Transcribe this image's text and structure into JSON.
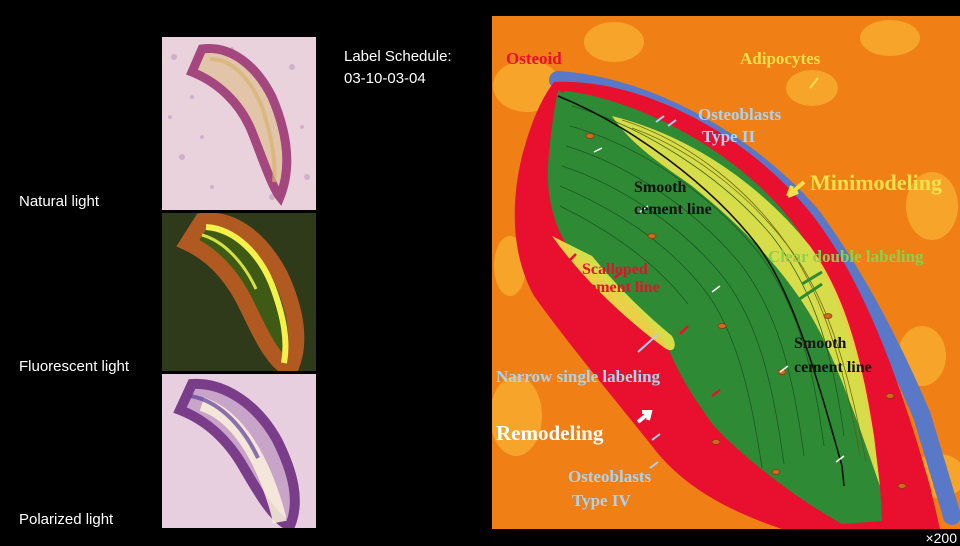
{
  "side_labels": {
    "natural": "Natural light",
    "fluorescent": "Fluorescent light",
    "polarized": "Polarized light"
  },
  "schedule": {
    "label": "Label Schedule:",
    "dates": "03-10-03-04"
  },
  "annotations": {
    "osteoid": "Osteoid",
    "adipocytes": "Adipocytes",
    "osteoblasts_ii_line1": "Osteoblasts",
    "osteoblasts_ii_line2": "Type II",
    "minimodeling": "Minimodeling",
    "smooth_cement_1_line1": "Smooth",
    "smooth_cement_1_line2": "cement line",
    "clear_double_labeling": "Clear double labeling",
    "scalloped_line1": "Scalloped",
    "scalloped_line2": "cement line",
    "smooth_cement_2_line1": "Smooth",
    "smooth_cement_2_line2": "cement line",
    "narrow_single_labeling": "Narrow single labeling",
    "remodeling": "Remodeling",
    "osteoblasts_iv_line1": "Osteoblasts",
    "osteoblasts_iv_line2": "Type IV"
  },
  "magnification": "×200",
  "colors": {
    "background": "#f07f16",
    "adipocyte": "#f6a52a",
    "osteoid": "#e8102e",
    "bone": "#2f8a35",
    "label_yellow": "#e9e64a",
    "osteoblast": "#5a78c8",
    "osteoid_text": "#e8102e",
    "adipocyte_text": "#f4e04a",
    "blue_text": "#a9d4f0",
    "green_text": "#8bd24a"
  }
}
